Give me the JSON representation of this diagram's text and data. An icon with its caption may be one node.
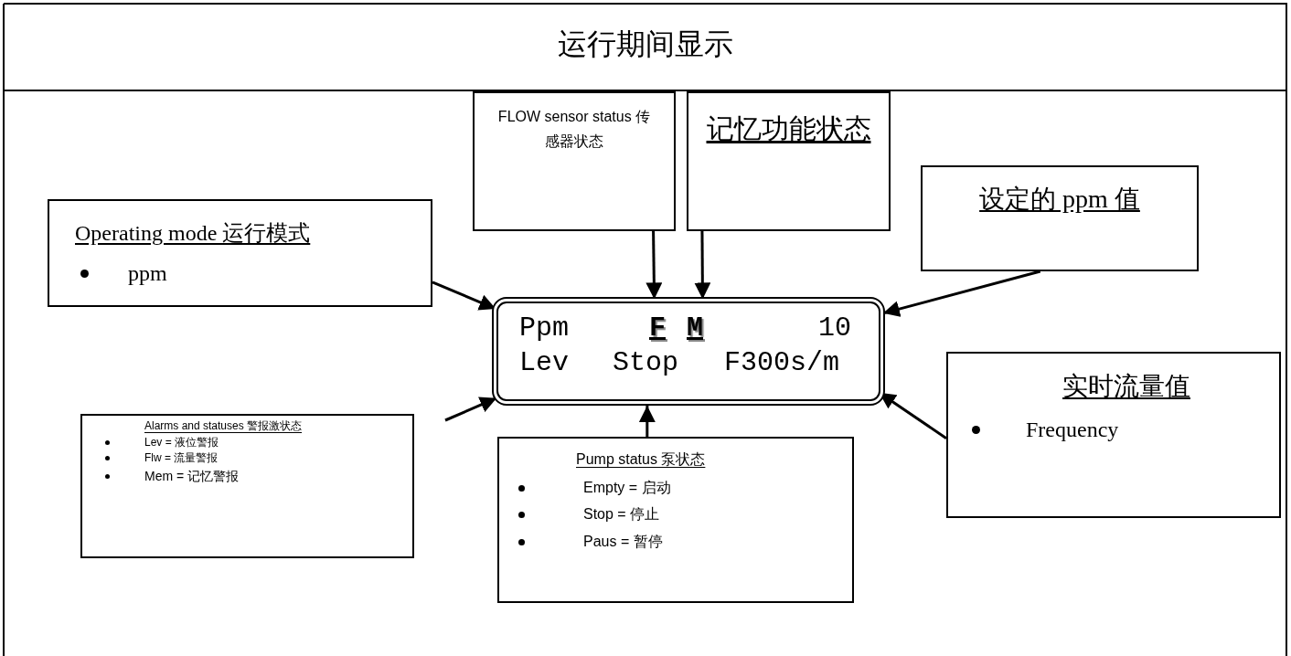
{
  "diagram": {
    "title": "运行期间显示",
    "nodes": [
      {
        "text": [
          "Operating mode 运行模式",
          "ppm"
        ]
      },
      {
        "text": [
          "FLOW sensor status 传感器状态"
        ]
      },
      {
        "text": [
          "记忆功能状态"
        ]
      },
      {
        "text": [
          "设定的 ppm 值"
        ]
      },
      {
        "text": [
          "Ppm",
          "F",
          "M",
          "10",
          "Lev",
          "Stop",
          "F300s/m"
        ]
      },
      {
        "text": [
          "实时流量值",
          "Frequency"
        ]
      },
      {
        "text": [
          "Alarms and statuses 警报激状态",
          "Lev = 液位警报",
          "Flw = 流量警报",
          "Mem = 记忆警报"
        ]
      },
      {
        "text": [
          "Pump status 泵状态",
          "Empty = 启动",
          "Stop = 停止",
          "Paus = 暂停"
        ]
      }
    ],
    "edges": [
      {
        "from": 0,
        "to": 4,
        "arrow": "to"
      },
      {
        "from": 1,
        "to": 4,
        "arrow": "to"
      },
      {
        "from": 2,
        "to": 4,
        "arrow": "to"
      },
      {
        "from": 3,
        "to": 4,
        "arrow": "to"
      },
      {
        "from": 5,
        "to": 4,
        "arrow": "to"
      },
      {
        "from": null,
        "to": 4,
        "arrow": "to"
      },
      {
        "from": 7,
        "to": 4,
        "arrow": "to"
      }
    ]
  }
}
